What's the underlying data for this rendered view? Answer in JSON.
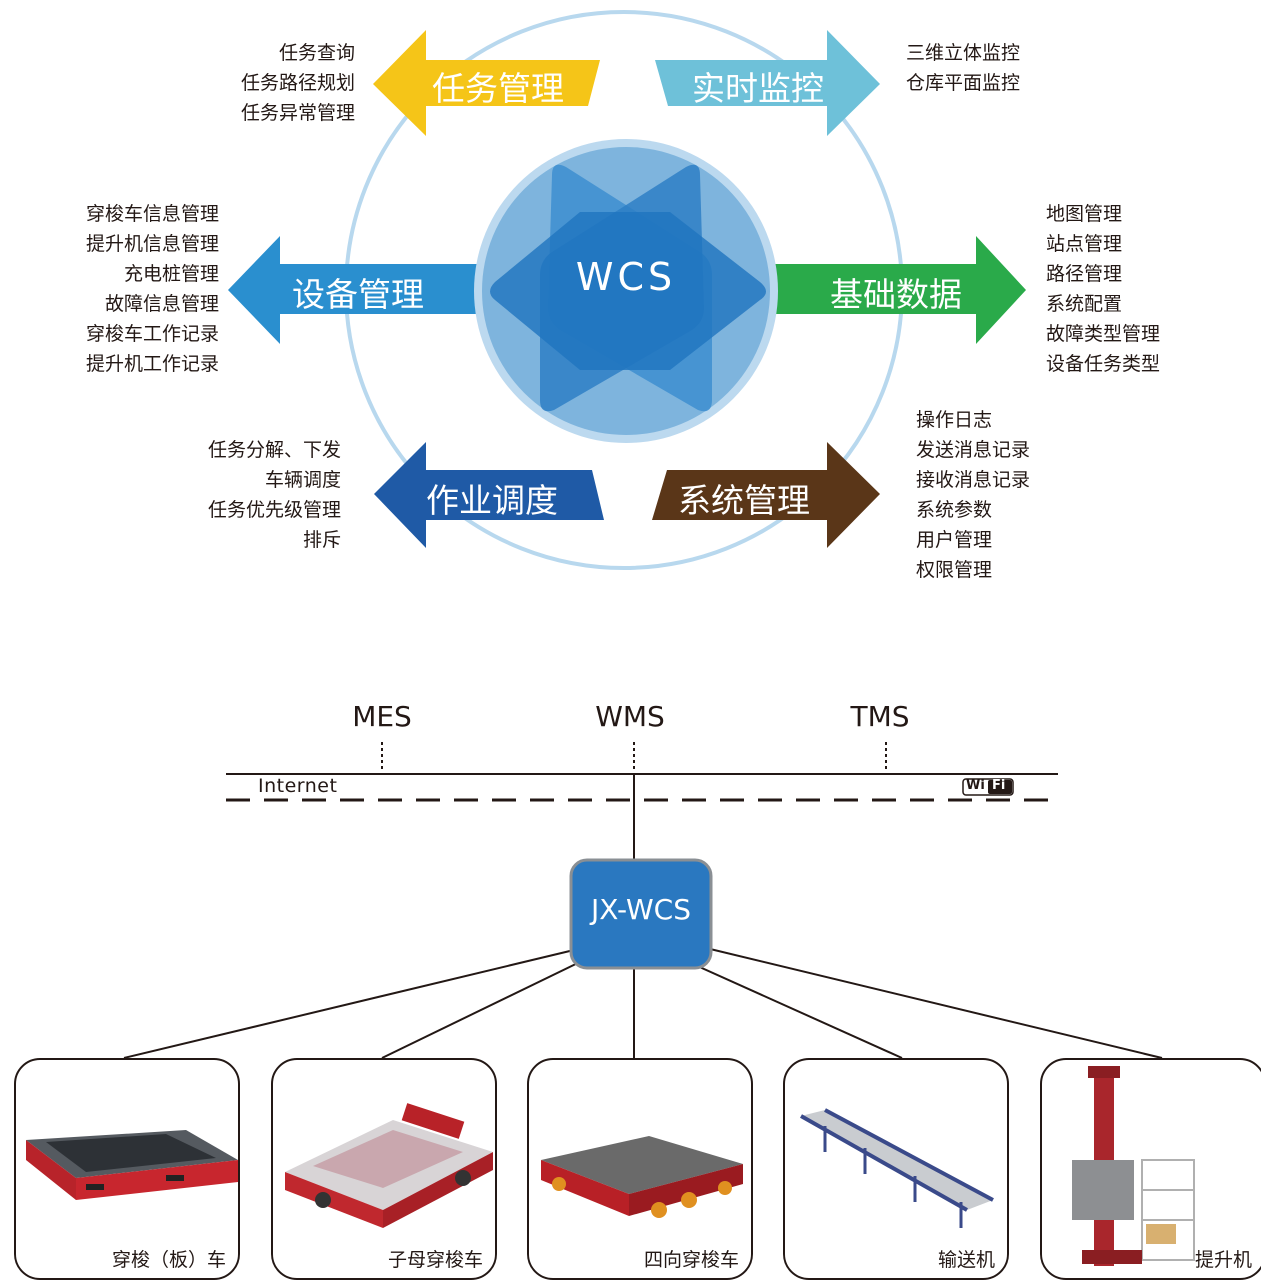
{
  "hub": {
    "label": "WCS"
  },
  "arrows": {
    "task": {
      "label": "任务管理",
      "color": "#f5c518",
      "items": [
        "任务查询",
        "任务路径规划",
        "任务异常管理"
      ]
    },
    "monitor": {
      "label": "实时监控",
      "color": "#6ec1d9",
      "items": [
        "三维立体监控",
        "仓库平面监控"
      ]
    },
    "device": {
      "label": "设备管理",
      "color": "#2a8fcf",
      "items": [
        "穿梭车信息管理",
        "提升机信息管理",
        "充电桩管理",
        "故障信息管理",
        "穿梭车工作记录",
        "提升机工作记录"
      ]
    },
    "basedata": {
      "label": "基础数据",
      "color": "#2aaa4a",
      "items": [
        "地图管理",
        "站点管理",
        "路径管理",
        "系统配置",
        "故障类型管理",
        "设备任务类型"
      ]
    },
    "dispatch": {
      "label": "作业调度",
      "color": "#1f5aa6",
      "items": [
        "任务分解、下发",
        "车辆调度",
        "任务优先级管理",
        "排斥"
      ]
    },
    "system": {
      "label": "系统管理",
      "color": "#5a3618",
      "items": [
        "操作日志",
        "发送消息记录",
        "接收消息记录",
        "系统参数",
        "用户管理",
        "权限管理"
      ]
    }
  },
  "network": {
    "systems": [
      "MES",
      "WMS",
      "TMS"
    ],
    "internet_label": "Internet",
    "wifi_label_a": "Wi",
    "wifi_label_b": "Fi",
    "controller_label": "JX-WCS",
    "controller_color": "#2a78c0"
  },
  "devices": [
    {
      "label": "穿梭（板）车",
      "icon": "shuttle-board-car-icon"
    },
    {
      "label": "子母穿梭车",
      "icon": "mother-child-shuttle-icon"
    },
    {
      "label": "四向穿梭车",
      "icon": "four-way-shuttle-icon"
    },
    {
      "label": "输送机",
      "icon": "conveyor-icon"
    },
    {
      "label": "提升机",
      "icon": "lifter-icon"
    }
  ]
}
